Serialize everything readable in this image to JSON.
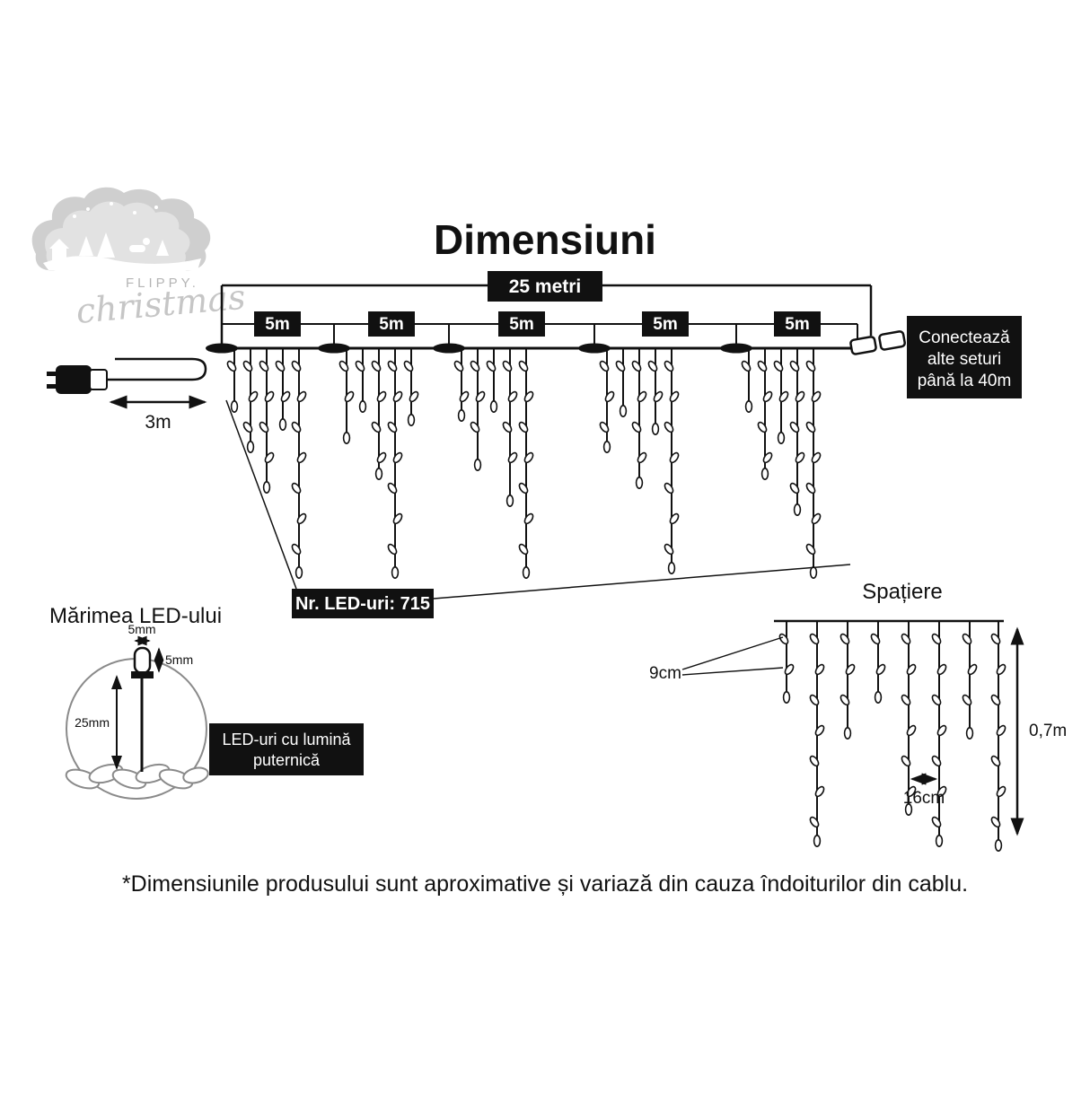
{
  "page": {
    "title": "Dimensiuni",
    "footnote": "*Dimensiunile produsului sunt aproximative și variază din cauza îndoiturilor din cablu."
  },
  "logo": {
    "brand_top": "FLIPPY.",
    "brand_script": "christmas"
  },
  "main_diagram": {
    "total_length_label": "25 metri",
    "section_labels": [
      "5m",
      "5m",
      "5m",
      "5m",
      "5m"
    ],
    "lead_length_label": "3m",
    "led_count_label": "Nr. LED-uri: 715",
    "connect_note_lines": [
      "Conectează",
      "alte seturi",
      "până la 40m"
    ]
  },
  "spacing_section": {
    "title": "Spațiere",
    "bulb_spacing_label": "9cm",
    "drop_spacing_label": "16cm",
    "drop_height_label": "0,7m"
  },
  "led_size_section": {
    "title": "Mărimea LED-ului",
    "width_label": "5mm",
    "head_height_label": "5mm",
    "total_height_label": "25mm",
    "note_lines": [
      "LED-uri cu lumină",
      "puternică"
    ]
  },
  "colors": {
    "line": "#111111",
    "label_bg": "#111111",
    "label_text": "#ffffff",
    "logo_gray": "#c9c9c9"
  }
}
